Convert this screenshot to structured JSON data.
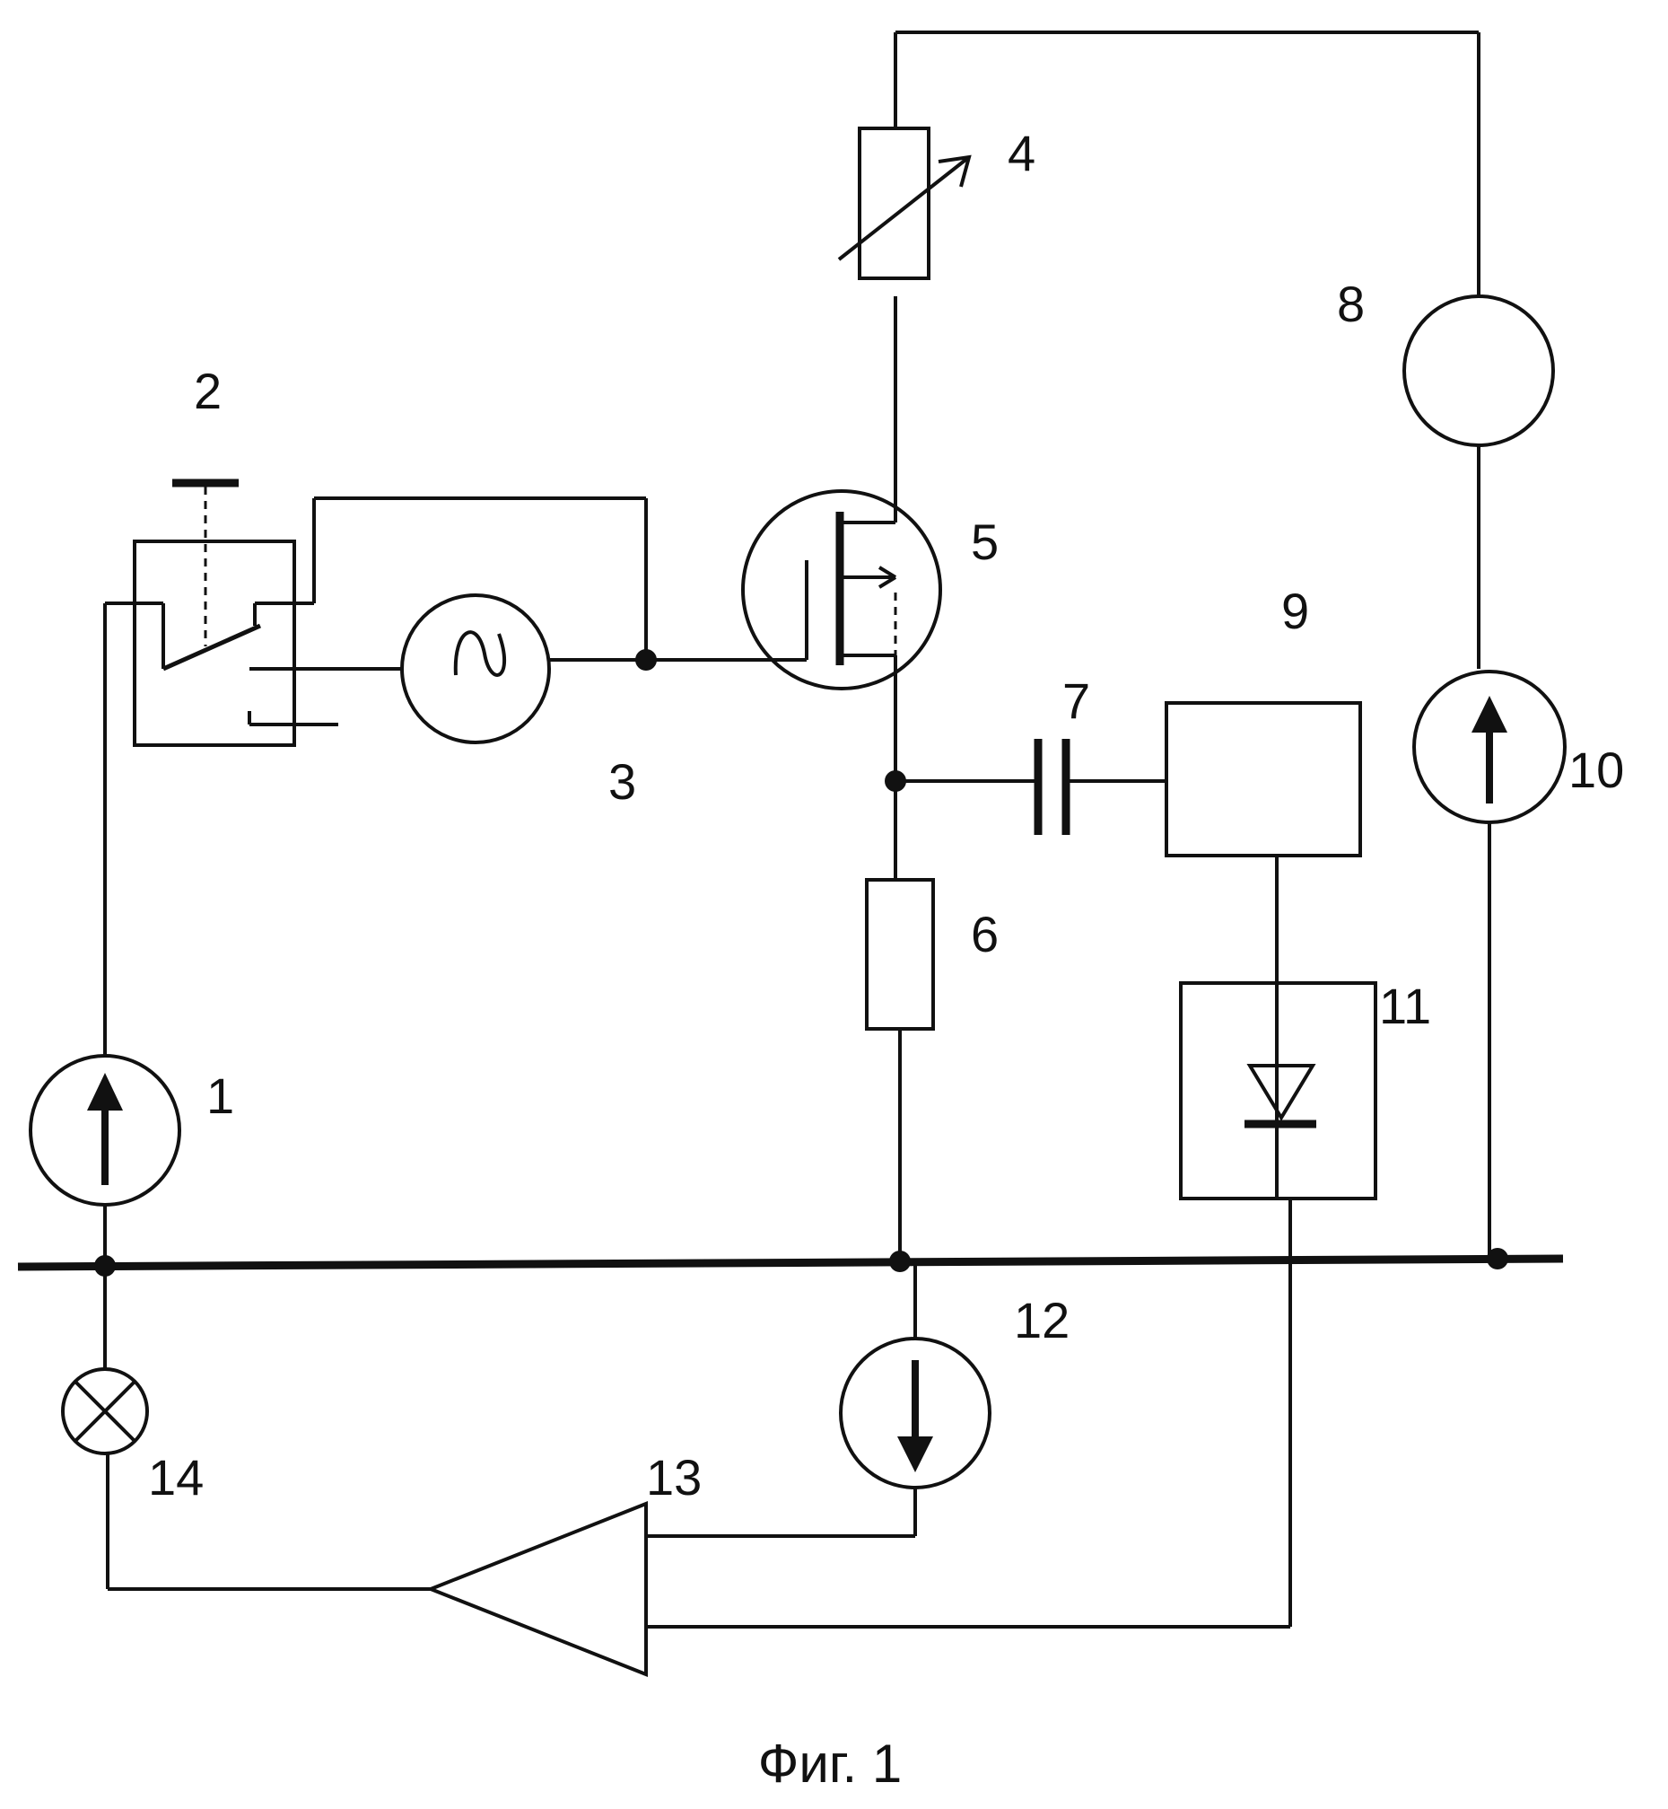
{
  "labels": {
    "c1": "1",
    "c2": "2",
    "c3": "3",
    "c4": "4",
    "c5": "5",
    "c6": "6",
    "c7": "7",
    "c8": "8",
    "c9": "9",
    "c10": "10",
    "c11": "11",
    "c12": "12",
    "c13": "13",
    "c14": "14"
  },
  "caption": "Фиг. 1"
}
